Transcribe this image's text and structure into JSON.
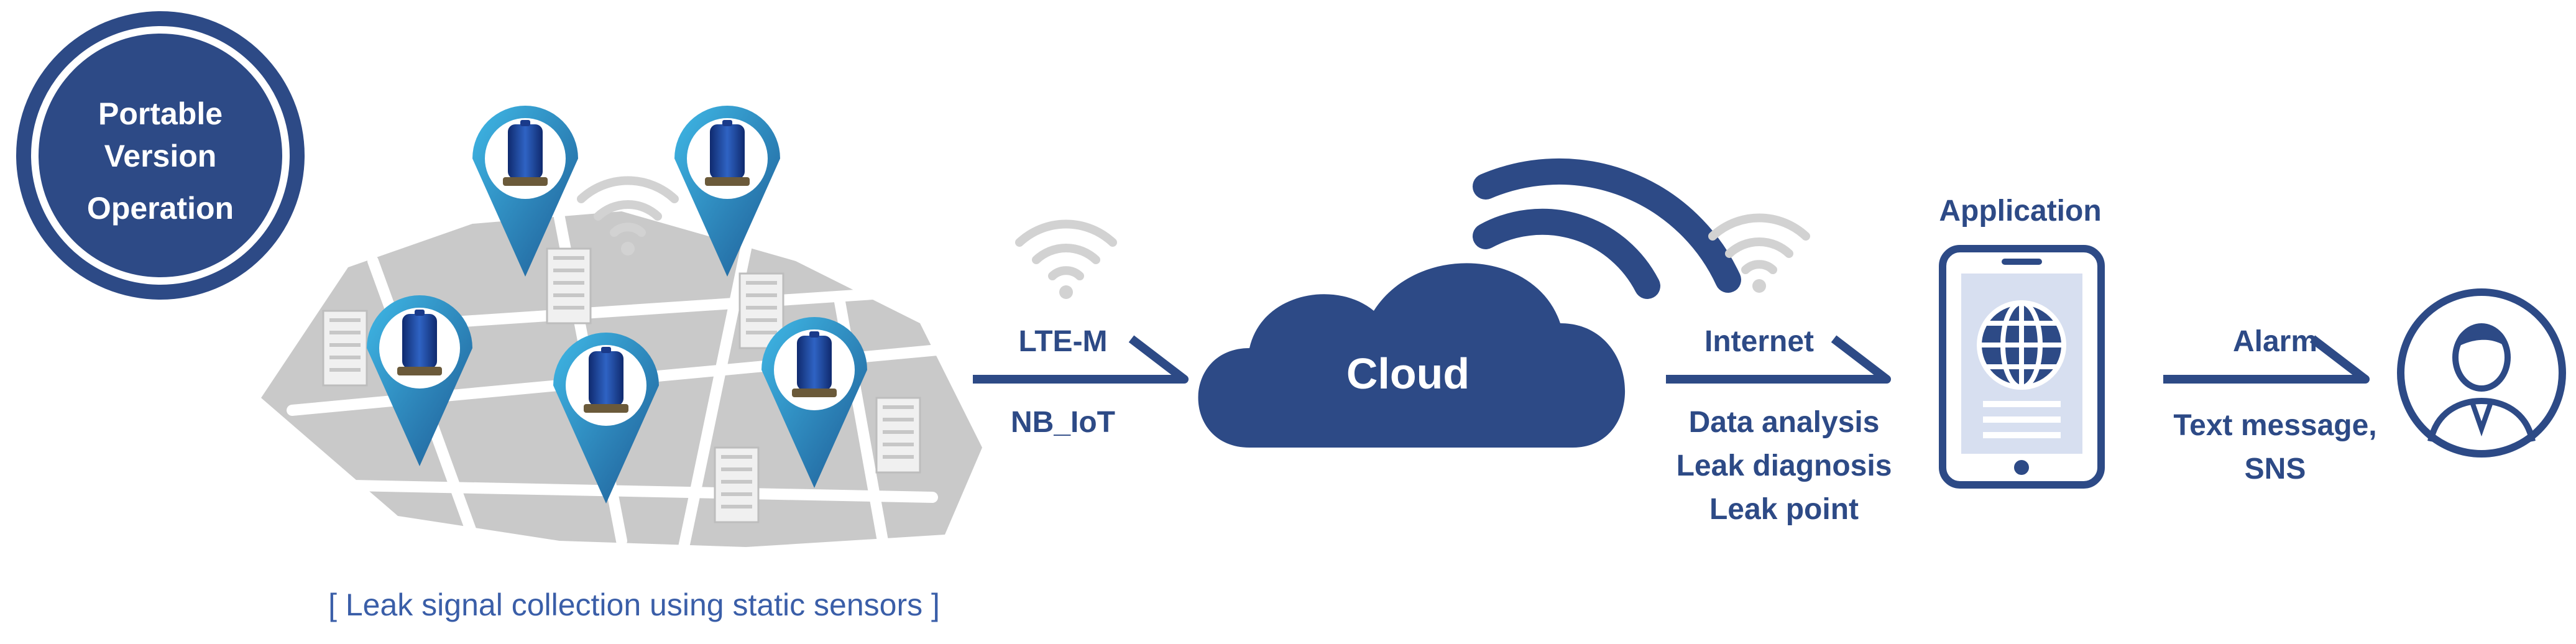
{
  "badge": {
    "line1": "Portable",
    "line2": "Version",
    "line3": "Operation"
  },
  "sensor_field": {
    "caption": "[ Leak signal collection using static sensors ]",
    "sensor_icon": "sensor-pin-icon"
  },
  "link1": {
    "top": "LTE-M",
    "bottom": "NB_IoT",
    "icon": "wifi-icon"
  },
  "cloud": {
    "label": "Cloud",
    "icon": "cloud-icon"
  },
  "link2": {
    "top": "Internet",
    "line1": "Data analysis",
    "line2": "Leak diagnosis",
    "line3": "Leak point",
    "icon": "wifi-icon"
  },
  "app": {
    "label": "Application",
    "icon": "tablet-icon"
  },
  "link3": {
    "top": "Alarm",
    "line1": "Text message,",
    "line2": "SNS"
  },
  "user": {
    "icon": "user-icon"
  },
  "colors": {
    "navy": "#2d4a86",
    "light_blue": "#3aa7d6",
    "gray": "#c9c9c9",
    "text_blue": "#3a5ea8"
  }
}
